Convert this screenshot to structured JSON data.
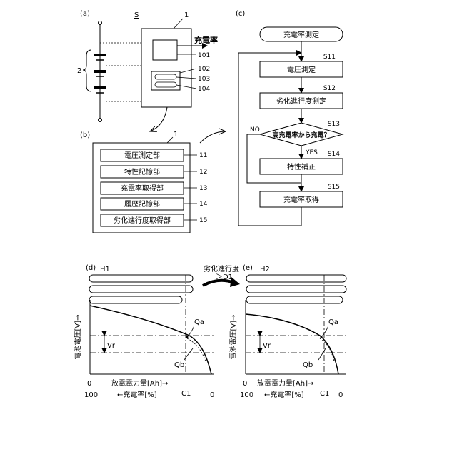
{
  "panel_a": {
    "label": "(a)",
    "system_label": "S",
    "device_ref": "1",
    "output_label": "充電率",
    "battery_ref": "2",
    "refs": [
      "101",
      "102",
      "103",
      "104"
    ]
  },
  "panel_b": {
    "label": "(b)",
    "device_ref": "1",
    "blocks": [
      {
        "text": "電圧測定部",
        "ref": "11"
      },
      {
        "text": "特性記憶部",
        "ref": "12"
      },
      {
        "text": "充電率取得部",
        "ref": "13"
      },
      {
        "text": "履歴記憶部",
        "ref": "14"
      },
      {
        "text": "劣化進行度取得部",
        "ref": "15"
      }
    ]
  },
  "panel_c": {
    "label": "(c)",
    "start": "充電率測定",
    "steps": [
      {
        "text": "電圧測定",
        "ref": "S11"
      },
      {
        "text": "劣化進行度測定",
        "ref": "S12"
      },
      {
        "text": "高充電率から充電？",
        "ref": "S13"
      },
      {
        "text": "特性補正",
        "ref": "S14"
      },
      {
        "text": "充電率取得",
        "ref": "S15"
      }
    ],
    "no_label": "NO",
    "yes_label": "YES"
  },
  "arrow_label": {
    "line1": "劣化進行度",
    "line2": "＞D1"
  },
  "panel_d": {
    "label": "(d)",
    "history": "H1",
    "ylabel": "電池電圧[V]→",
    "xlabel": "放電電力量[Ah]→",
    "xlabel2": "←充電率[%]",
    "x0": "0",
    "soc100": "100",
    "c1": "C1",
    "soc0": "0",
    "vr": "Vr",
    "qa": "Qa",
    "qb": "Qb"
  },
  "panel_e": {
    "label": "(e)",
    "history": "H2",
    "ylabel": "電池電圧[V]→",
    "xlabel": "放電電力量[Ah]→",
    "xlabel2": "←充電率[%]",
    "x0": "0",
    "soc100": "100",
    "c1": "C1",
    "soc0": "0",
    "vr": "Vr",
    "qa": "Qa",
    "qb": "Qb"
  }
}
